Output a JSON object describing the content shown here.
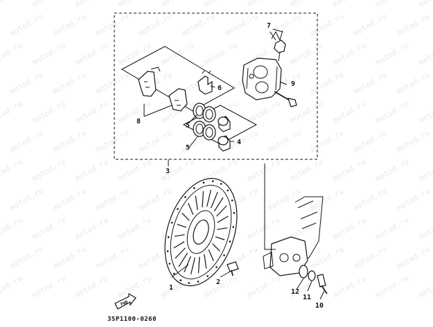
{
  "watermark": "motod.ru",
  "labels": {
    "p1": "1",
    "p2": "2",
    "p3": "3",
    "p4": "4",
    "p5a": "5",
    "p5b": "5",
    "p6": "6",
    "p7": "7",
    "p8": "8",
    "p9": "9",
    "p10": "10",
    "p11": "11",
    "p12": "12"
  },
  "direction_marker": "FWD",
  "diagram_code": "3SP1100-0260"
}
